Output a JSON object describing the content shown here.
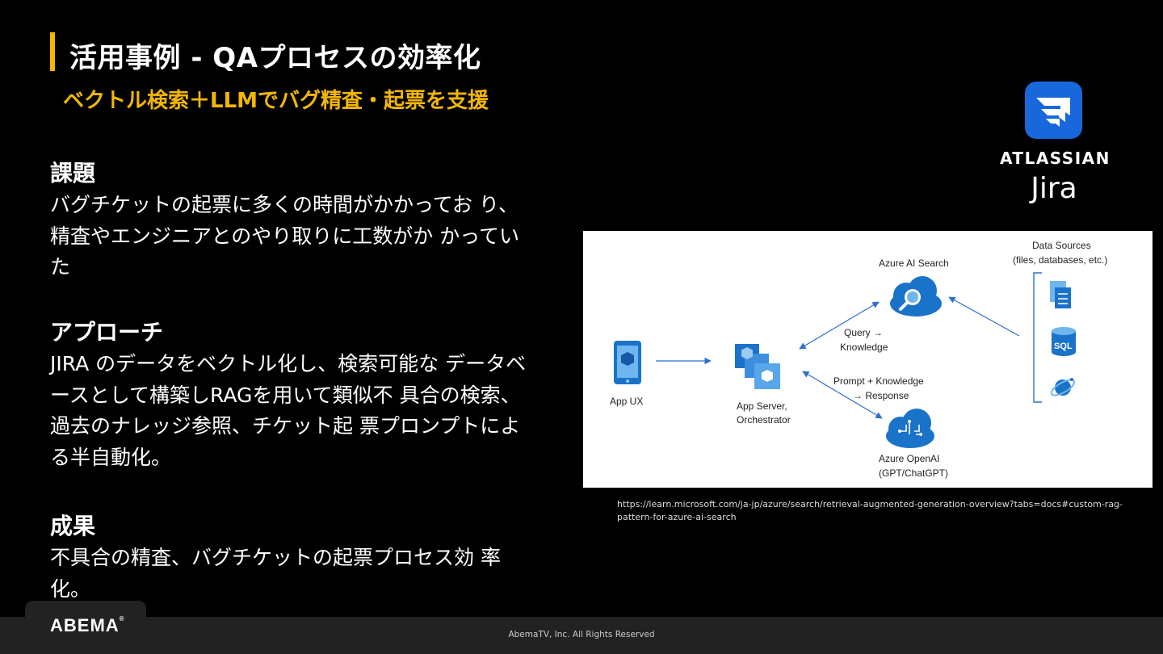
{
  "slide": {
    "title": "活用事例 - QAプロセスの効率化",
    "subtitle": "ベクトル検索＋LLMでバグ精査・起票を支援"
  },
  "sections": [
    {
      "heading": "課題",
      "body": "バグチケットの起票に多くの時間がかかってお り、精査やエンジニアとのやり取りに工数がか かっていた"
    },
    {
      "heading": "アプローチ",
      "body": "JIRA のデータをベクトル化し、検索可能な データベースとして構築しRAGを用いて類似不 具合の検索、過去のナレッジ参照、チケット起 票プロンプトによる半自動化。"
    },
    {
      "heading": "成果",
      "body": "不具合の精査、バグチケットの起票プロセス効 率化。"
    }
  ],
  "brand": {
    "logo_icon": "jira-logo-icon",
    "company": "ATLASSIAN",
    "product": "Jira",
    "color": "#1868db"
  },
  "diagram": {
    "app_ux": "App UX",
    "app_server_1": "App Server,",
    "app_server_2": "Orchestrator",
    "ai_search": "Azure AI Search",
    "openai_1": "Azure OpenAI",
    "openai_2": "(GPT/ChatGPT)",
    "data_sources_1": "Data Sources",
    "data_sources_2": "(files, databases, etc.)",
    "query_1": "Query →",
    "query_2": "Knowledge",
    "prompt_1": "Prompt + Knowledge",
    "prompt_2": "→ Response",
    "sql": "SQL"
  },
  "source_url": "https://learn.microsoft.com/ja-jp/azure/search/retrieval-augmented-generation-overview?tabs=docs#custom-rag-pattern-for-azure-ai-search",
  "footer": {
    "logo": "ABEMA",
    "logo_mark": "®",
    "copyright": "AbemaTV, Inc. All Rights Reserved"
  },
  "colors": {
    "accent": "#f2b705",
    "background": "#000000",
    "footer": "#222222",
    "azure_blue": "#1a73c9"
  }
}
